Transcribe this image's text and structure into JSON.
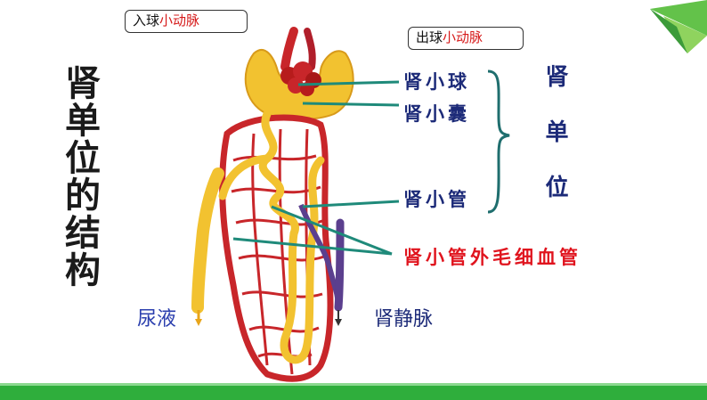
{
  "title": "肾单位的结构",
  "callouts": {
    "afferent_prefix": "入球",
    "afferent_highlight": "小动脉",
    "efferent_prefix": "出球",
    "efferent_highlight": "小动脉"
  },
  "labels": {
    "glomerulus": "肾小球",
    "capsule": "肾小囊",
    "tubule": "肾小管",
    "capillaries": "肾小管外毛细血管",
    "nephron": "肾单位",
    "urine": "尿液",
    "renal_vein": "肾静脉"
  },
  "colors": {
    "artery": "#c8262a",
    "tubule": "#f2c230",
    "vein": "#5b3f8e",
    "pointer": "#1f8a7a",
    "brace": "#1f6e6e",
    "accent": "#2fae3c"
  }
}
